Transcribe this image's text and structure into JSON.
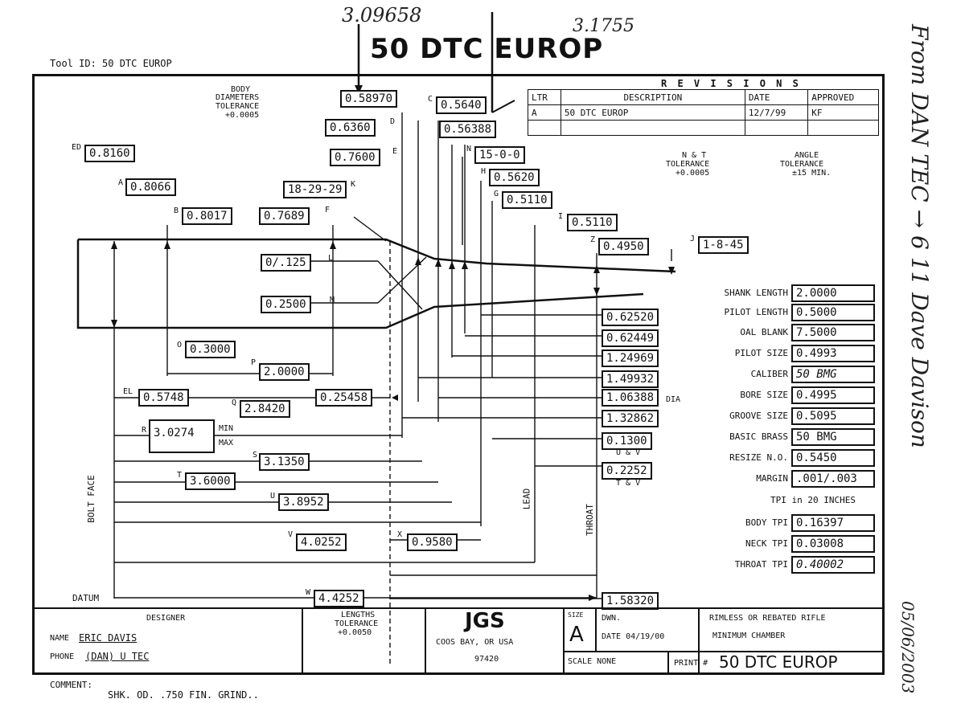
{
  "header": {
    "tool_id": "Tool ID: 50 DTC EUROP",
    "main_title": "50 DTC EUROP",
    "annotation_left": "3.09658",
    "annotation_right": "3.1755"
  },
  "revisions": {
    "title": "R E V I S I O N S",
    "columns": [
      "LTR",
      "DESCRIPTION",
      "DATE",
      "APPROVED"
    ],
    "rows": [
      [
        "A",
        "50 DTC EUROP",
        "12/7/99",
        "KF"
      ]
    ]
  },
  "tolerances": {
    "body": [
      "BODY",
      "DIAMETERS",
      "TOLERANCE",
      "+0.0005"
    ],
    "nt": [
      "N & T",
      "TOLERANCE",
      "+0.0005"
    ],
    "angle": [
      "ANGLE",
      "TOLERANCE",
      "±15 MIN."
    ]
  },
  "dims": {
    "ed": "0.8160",
    "a": "0.8066",
    "b": "0.8017",
    "e": "0.7600",
    "k": "18-29-29",
    "f": "0.7689",
    "top1": "0.58970",
    "d": "0.6360",
    "c": "0.5640",
    "c2": "0.56388",
    "n": "15-0-0",
    "h": "0.5620",
    "g": "0.5110",
    "i": "0.5110",
    "z": "0.4950",
    "j": "1-8-45",
    "l": "0/.125",
    "m": "0.2500",
    "o": "0.3000",
    "p": "2.0000",
    "el": "0.5748",
    "q": "2.8420",
    "q2": "0.25458",
    "r": "3.0274",
    "min": "MIN",
    "max": "MAX",
    "s": "3.1350",
    "t": "3.6000",
    "u": "3.8952",
    "x": "0.9580",
    "v": "4.0252",
    "w": "4.4252"
  },
  "dim_letters": {
    "ed": "ED",
    "a": "A",
    "b": "B",
    "e": "E",
    "k": "K",
    "f": "F",
    "d": "D",
    "c": "C",
    "n": "N",
    "h": "H",
    "g": "G",
    "i": "I",
    "z": "Z",
    "j": "J",
    "l": "L",
    "m": "M",
    "o": "O",
    "p": "P",
    "el": "EL",
    "q": "Q",
    "r": "R",
    "s": "S",
    "t": "T",
    "u": "U",
    "x": "X",
    "v": "V",
    "w": "W"
  },
  "right_dims": [
    "0.62520",
    "0.62449",
    "1.24969",
    "1.49932",
    "1.06388",
    "1.32862",
    "0.1300",
    "0.2252",
    "1.58320"
  ],
  "right_dim_notes": {
    "dia": "DIA",
    "uv1": "U & V",
    "uv2": "T & V"
  },
  "side_labels": {
    "bolt_face": "BOLT FACE",
    "lead": "LEAD",
    "throat": "THROAT",
    "datum": "DATUM"
  },
  "specs": [
    {
      "label": "SHANK LENGTH",
      "value": "2.0000"
    },
    {
      "label": "PILOT LENGTH",
      "value": "0.5000"
    },
    {
      "label": "OAL BLANK",
      "value": "7.5000"
    },
    {
      "label": "PILOT SIZE",
      "value": "0.4993"
    },
    {
      "label": "CALIBER",
      "value": "50 BMG"
    },
    {
      "label": "BORE SIZE",
      "value": "0.4995"
    },
    {
      "label": "GROOVE SIZE",
      "value": "0.5095"
    },
    {
      "label": "BASIC BRASS",
      "value": "50 BMG"
    },
    {
      "label": "RESIZE N.O.",
      "value": "0.5450"
    },
    {
      "label": "MARGIN",
      "value": ".001/.003"
    }
  ],
  "tpi": {
    "heading": "TPI in 20 INCHES",
    "rows": [
      {
        "label": "BODY TPI",
        "value": "0.16397"
      },
      {
        "label": "NECK TPI",
        "value": "0.03008"
      },
      {
        "label": "THROAT TPI",
        "value": "0.40002"
      }
    ]
  },
  "title_block": {
    "designer_head": "DESIGNER",
    "name_label": "NAME",
    "name_value": "ERIC DAVIS",
    "phone_label": "PHONE",
    "phone_value": "(DAN) U TEC",
    "lengths": [
      "LENGTHS",
      "TOLERANCE",
      "+0.0050"
    ],
    "company": "JGS",
    "city": "COOS BAY, OR USA",
    "zip": "97420",
    "size_label": "SIZE",
    "size_value": "A",
    "dwn_label": "DWN.",
    "date_line": "DATE 04/19/00",
    "scale_line": "SCALE  NONE",
    "desc1": "RIMLESS OR REBATED RIFLE",
    "desc2": "MINIMUM CHAMBER",
    "print_label": "PRINT #",
    "print_value": "50 DTC EUROP"
  },
  "comment": {
    "label": "COMMENT:",
    "text": "SHK. OD. .750 FIN. GRIND.."
  },
  "handwriting": {
    "side_note": "From DAN TEC → 6 11 Dave Davison",
    "date": "05/06/2003"
  }
}
